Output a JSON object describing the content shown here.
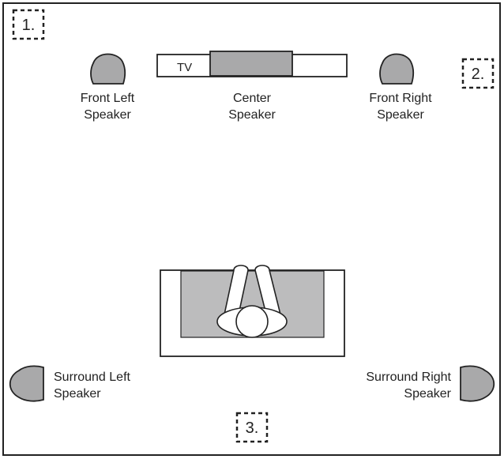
{
  "colors": {
    "stroke": "#222222",
    "speaker_fill": "#a9a9aa",
    "screen_fill": "#a9a9aa",
    "sofa_fill": "#bcbcbd",
    "background": "#ffffff"
  },
  "positions": [
    {
      "label": "1."
    },
    {
      "label": "2."
    },
    {
      "label": "3."
    }
  ],
  "tv": {
    "label": "TV"
  },
  "speakers": {
    "front_left": {
      "line1": "Front Left",
      "line2": "Speaker",
      "icon": "speaker-icon"
    },
    "center": {
      "line1": "Center",
      "line2": "Speaker",
      "icon": "speaker-icon"
    },
    "front_right": {
      "line1": "Front Right",
      "line2": "Speaker",
      "icon": "speaker-icon"
    },
    "surround_left": {
      "line1": "Surround Left",
      "line2": "Speaker",
      "icon": "speaker-icon"
    },
    "surround_right": {
      "line1": "Surround Right",
      "line2": "Speaker",
      "icon": "speaker-icon"
    }
  },
  "listener": {
    "icon": "listener-icon"
  }
}
